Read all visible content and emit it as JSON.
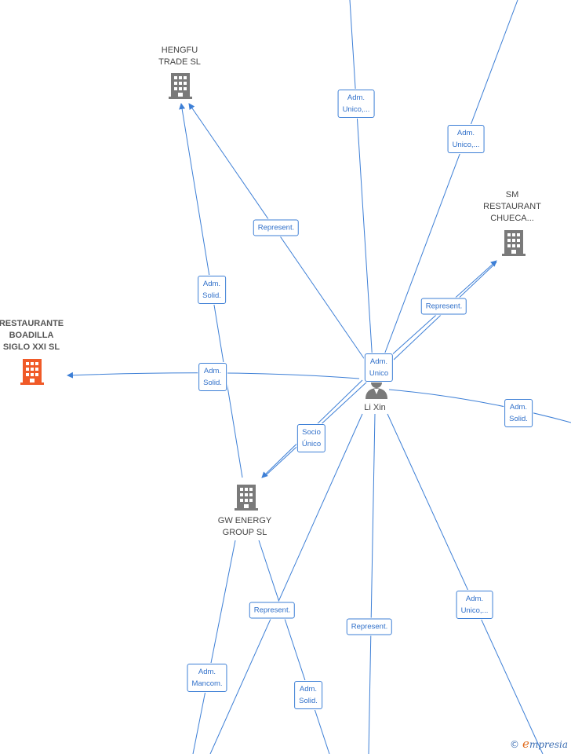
{
  "nodes": {
    "hengfu": {
      "label": "HENGFU\nTRADE  SL",
      "icon": "building-icon",
      "color": "#7a7a7a"
    },
    "sm_restaurant": {
      "label": "SM\nRESTAURANT\nCHUECA...",
      "icon": "building-icon",
      "color": "#7a7a7a"
    },
    "restaurante_boadilla": {
      "label": "RESTAURANTE\nBOADILLA\nSIGLO XXI  SL",
      "icon": "building-icon",
      "color": "#f05a28"
    },
    "li_xin": {
      "label": "Li Xin",
      "icon": "person-icon",
      "color": "#7a7a7a"
    },
    "gw_energy": {
      "label": "GW ENERGY\nGROUP  SL",
      "icon": "building-icon",
      "color": "#7a7a7a"
    }
  },
  "edge_labels": {
    "adm_unico_top1": "Adm.\nUnico,...",
    "adm_unico_top2": "Adm.\nUnico,...",
    "represent_hengfu": "Represent.",
    "represent_sm": "Represent.",
    "adm_solid_hengfu": "Adm.\nSolid.",
    "adm_solid_boadilla": "Adm.\nSolid.",
    "adm_unico_lixin": "Adm.\nUnico",
    "adm_solid_right": "Adm.\nSolid.",
    "socio_unico": "Socio\nÚnico",
    "represent_bottom1": "Represent.",
    "represent_bottom2": "Represent.",
    "adm_unico_bottom": "Adm.\nUnico,...",
    "adm_mancom": "Adm.\nMancom.",
    "adm_solid_bottom": "Adm.\nSolid."
  },
  "colors": {
    "edge": "#3d7fd6",
    "accent": "#f05a28"
  },
  "watermark": {
    "copyright": "©",
    "brand_initial": "e",
    "brand_rest": "mpresia"
  }
}
